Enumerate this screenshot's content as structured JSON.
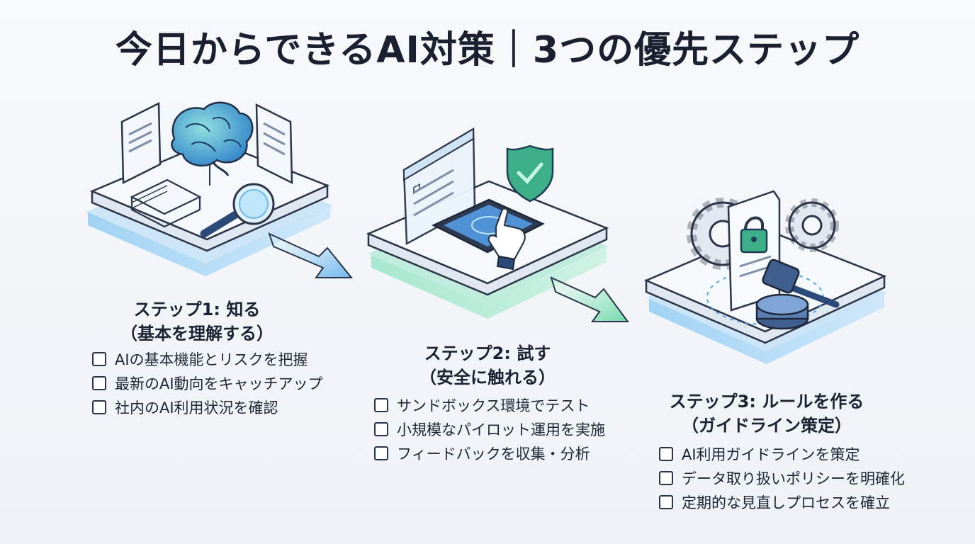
{
  "title": "今日からできるAI対策｜3つの優先ステップ",
  "steps": [
    {
      "title_line1": "ステップ1: 知る",
      "title_line2": "（基本を理解する）",
      "items": [
        "AIの基本機能とリスクを把握",
        "最新のAI動向をキャッチアップ",
        "社内のAI利用状況を確認"
      ],
      "icons": [
        "brain-icon",
        "document-icon",
        "magnifier-icon"
      ]
    },
    {
      "title_line1": "ステップ2: 試す",
      "title_line2": "（安全に触れる）",
      "items": [
        "サンドボックス環境でテスト",
        "小規模なパイロット運用を実施",
        "フィードバックを収集・分析"
      ],
      "icons": [
        "browser-window-icon",
        "shield-check-icon",
        "tablet-touch-icon"
      ]
    },
    {
      "title_line1": "ステップ3: ルールを作る",
      "title_line2": "（ガイドライン策定）",
      "items": [
        "AI利用ガイドラインを策定",
        "データ取り扱いポリシーを明確化",
        "定期的な見直しプロセスを確立"
      ],
      "icons": [
        "gear-icon",
        "lock-document-icon",
        "gavel-icon"
      ]
    }
  ],
  "colors": {
    "accent_blue": "#5aa8e8",
    "accent_green": "#5fd6a0",
    "platform": "#f4f7fb",
    "text": "#1c2232"
  }
}
